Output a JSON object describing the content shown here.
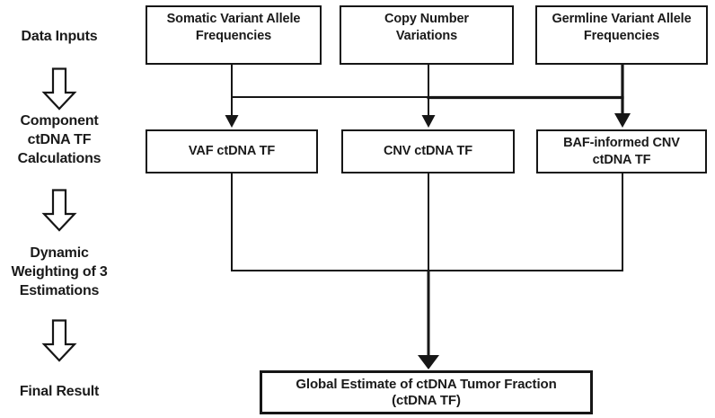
{
  "figure": {
    "background": "#ffffff",
    "line_color": "#161616",
    "text_color": "#1a1a1a"
  },
  "stages": {
    "data_inputs": "Data Inputs",
    "component": "Component\nctDNA TF\nCalculations",
    "dynamic": "Dynamic\nWeighting of 3\nEstimations",
    "final": "Final Result"
  },
  "nodes": {
    "somatic": "Somatic Variant Allele\nFrequencies",
    "copy_number": "Copy Number\nVariations",
    "germline": "Germline Variant Allele\nFrequencies",
    "vaf_tf": "VAF ctDNA TF",
    "cnv_tf": "CNV ctDNA TF",
    "baf_tf": "BAF-informed CNV\nctDNA TF",
    "global_estimate": "Global Estimate of ctDNA Tumor Fraction\n(ctDNA TF)"
  }
}
